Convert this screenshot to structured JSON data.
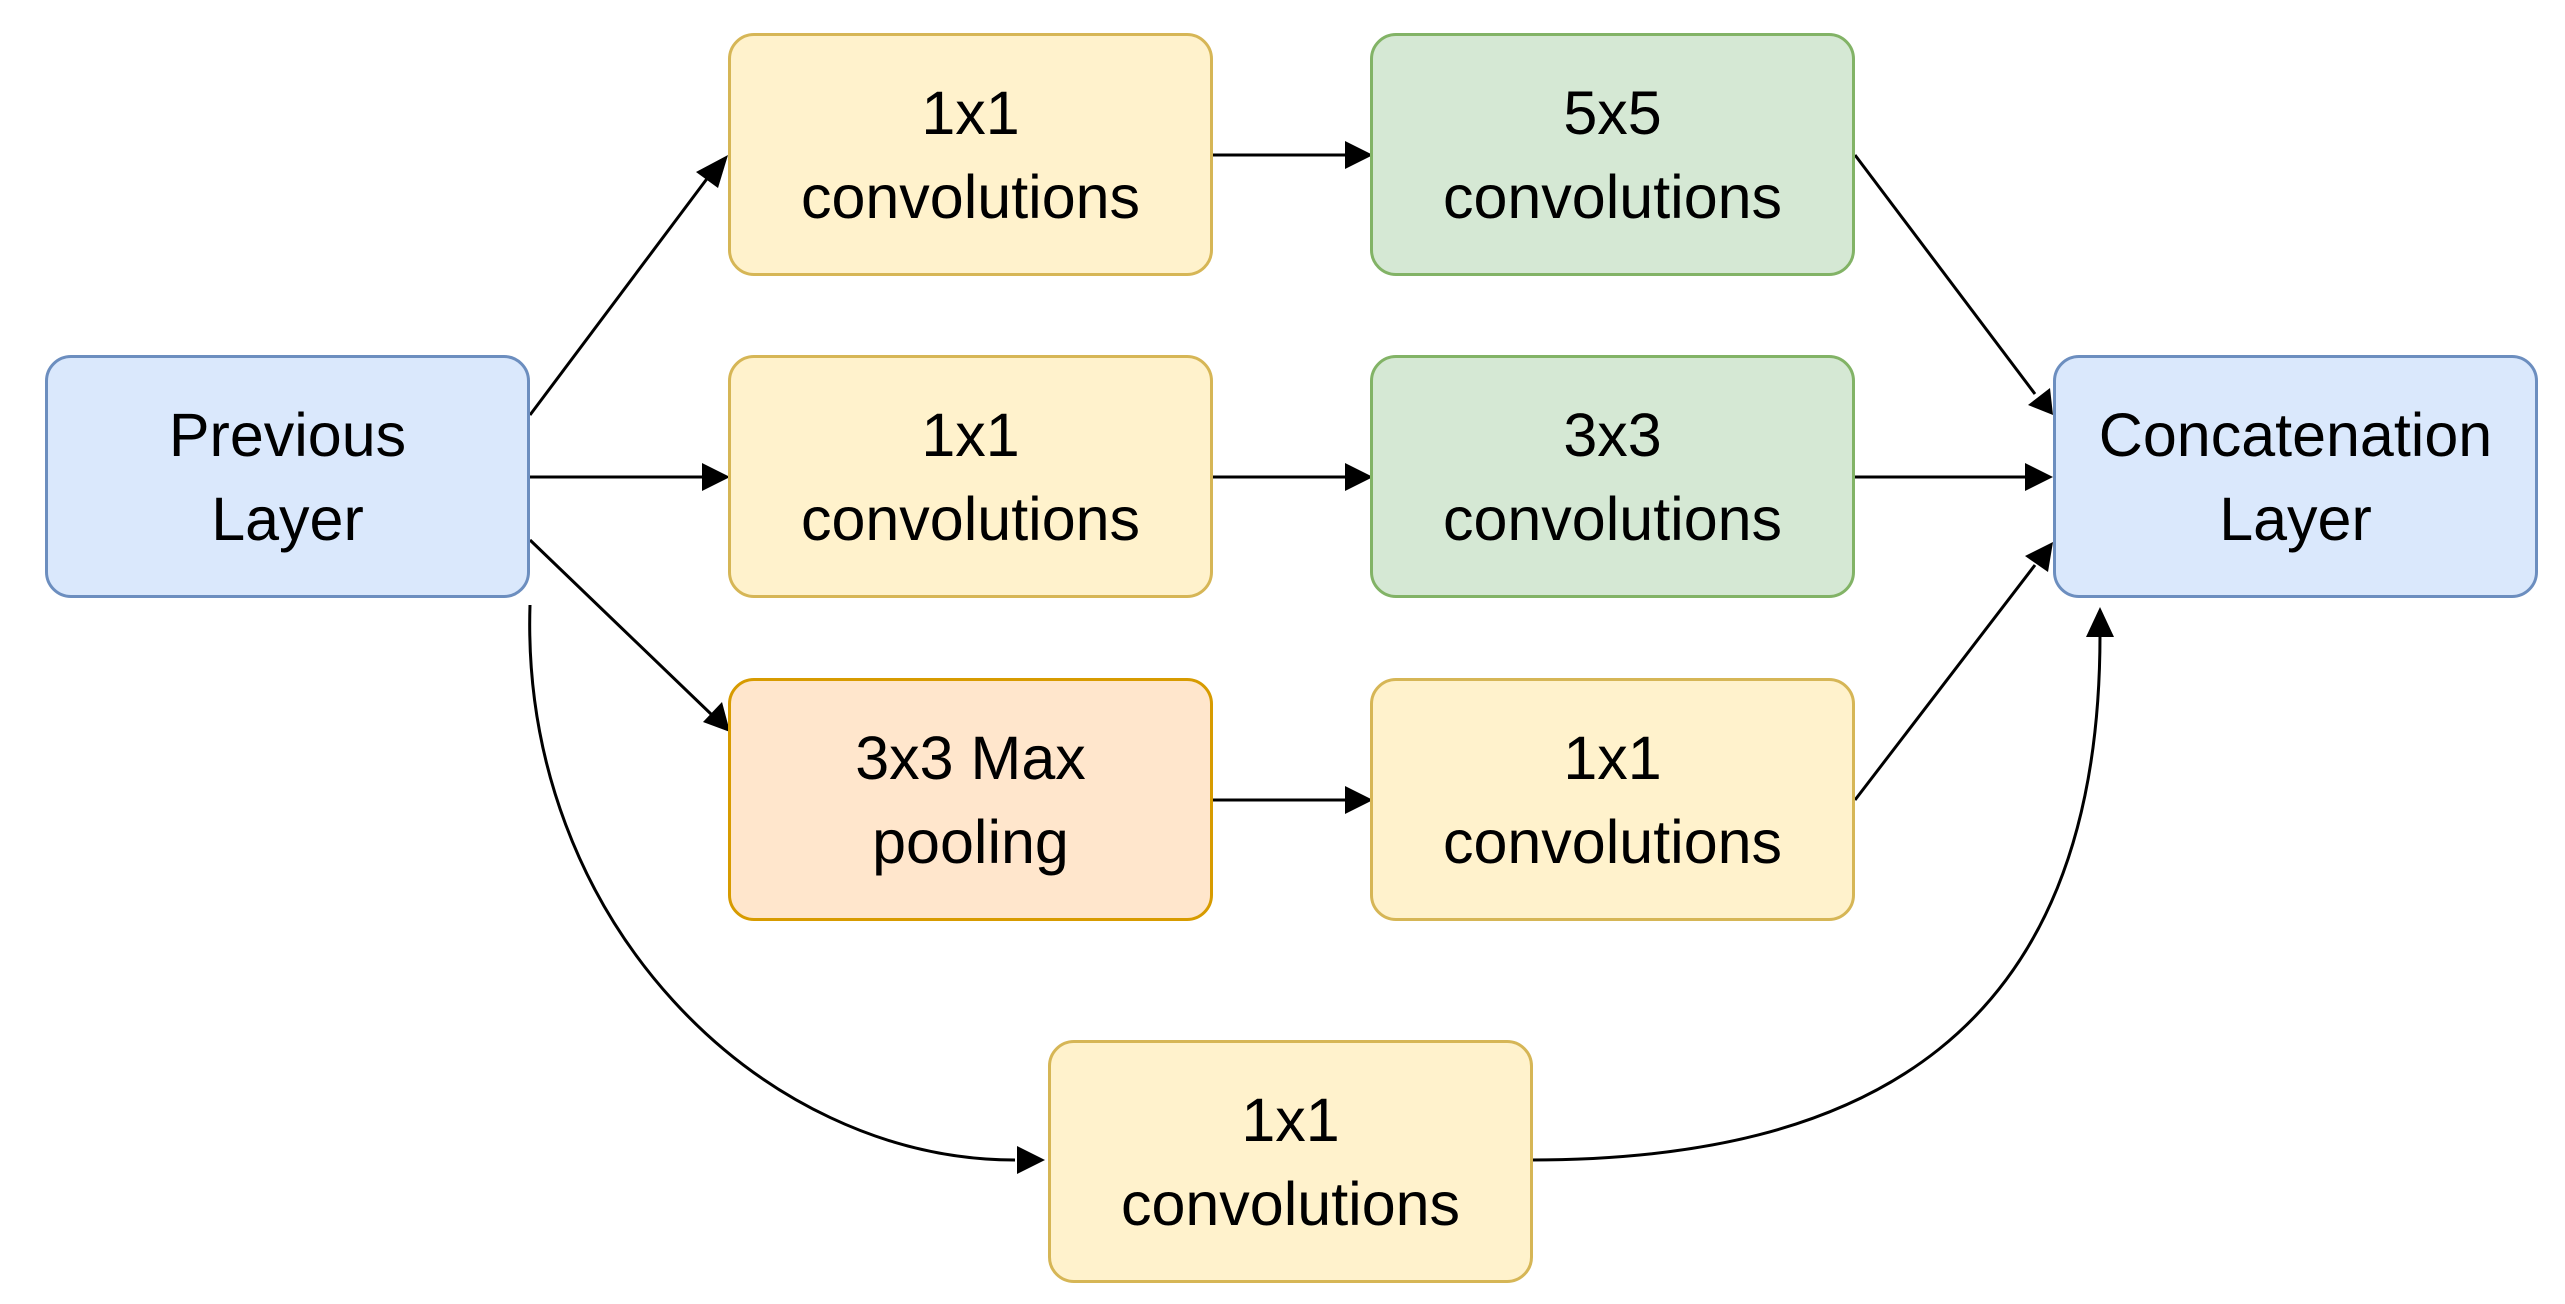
{
  "colors": {
    "blue_fill": "#dae8fc",
    "blue_stroke": "#6c8ebf",
    "yellow_fill": "#fff2cc",
    "yellow_stroke": "#d6b656",
    "green_fill": "#d5e8d4",
    "green_stroke": "#82b366",
    "orange_fill": "#ffe6cc",
    "orange_stroke": "#d79b00"
  },
  "nodes": {
    "previous_layer": {
      "line1": "Previous",
      "line2": "Layer"
    },
    "conv1x1_top": {
      "line1": "1x1",
      "line2": "convolutions"
    },
    "conv5x5": {
      "line1": "5x5",
      "line2": "convolutions"
    },
    "conv1x1_mid": {
      "line1": "1x1",
      "line2": "convolutions"
    },
    "conv3x3": {
      "line1": "3x3",
      "line2": "convolutions"
    },
    "maxpool": {
      "line1": "3x3 Max",
      "line2": "pooling"
    },
    "conv1x1_after_pool": {
      "line1": "1x1",
      "line2": "convolutions"
    },
    "conv1x1_bottom": {
      "line1": "1x1",
      "line2": "convolutions"
    },
    "concatenation_layer": {
      "line1": "Concatenation",
      "line2": "Layer"
    }
  }
}
